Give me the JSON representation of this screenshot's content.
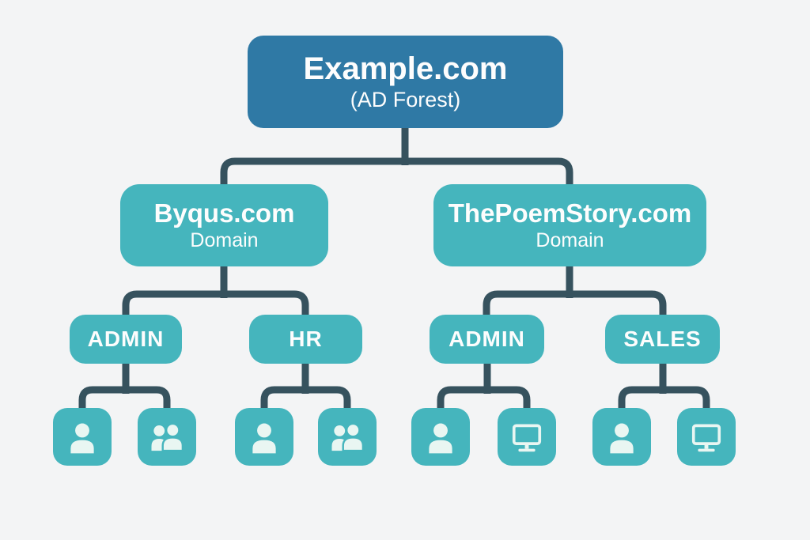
{
  "diagram": {
    "root": {
      "name": "Example.com",
      "subtitle": "(AD Forest)"
    },
    "domains": [
      {
        "name": "Byqus.com",
        "subtitle": "Domain",
        "ous": [
          {
            "label": "ADMIN",
            "members": [
              "user-icon",
              "user-group-icon"
            ]
          },
          {
            "label": "HR",
            "members": [
              "user-icon",
              "user-group-icon"
            ]
          }
        ]
      },
      {
        "name": "ThePoemStory.com",
        "subtitle": "Domain",
        "ous": [
          {
            "label": "ADMIN",
            "members": [
              "user-icon",
              "computer-icon"
            ]
          },
          {
            "label": "SALES",
            "members": [
              "user-icon",
              "computer-icon"
            ]
          }
        ]
      }
    ]
  },
  "colors": {
    "background": "#f3f4f5",
    "forest_box": "#2f79a5",
    "domain_box": "#45b5bd",
    "connector": "#36525e",
    "icon_glyph": "#e9f6f2",
    "text": "#fdfdfd"
  }
}
